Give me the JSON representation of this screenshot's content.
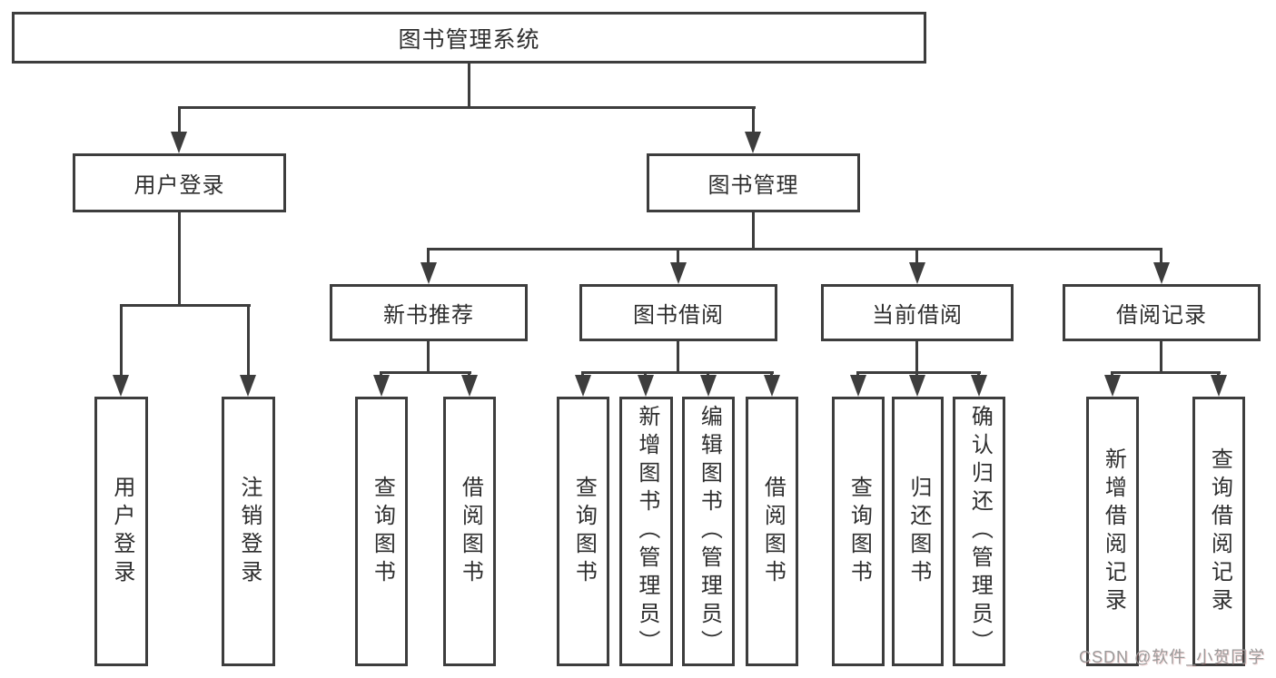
{
  "tree": {
    "label": "图书管理系统",
    "children": [
      {
        "label": "用户登录",
        "children": [
          {
            "label": "用户登录"
          },
          {
            "label": "注销登录"
          }
        ]
      },
      {
        "label": "图书管理",
        "children": [
          {
            "label": "新书推荐",
            "children": [
              {
                "label": "查询图书"
              },
              {
                "label": "借阅图书"
              }
            ]
          },
          {
            "label": "图书借阅",
            "children": [
              {
                "label": "查询图书"
              },
              {
                "label": "新增图书（管理员）"
              },
              {
                "label": "编辑图书（管理员）"
              },
              {
                "label": "借阅图书"
              }
            ]
          },
          {
            "label": "当前借阅",
            "children": [
              {
                "label": "查询图书"
              },
              {
                "label": "归还图书"
              },
              {
                "label": "确认归还（管理员）"
              }
            ]
          },
          {
            "label": "借阅记录",
            "children": [
              {
                "label": "新增借阅记录"
              },
              {
                "label": "查询借阅记录"
              }
            ]
          }
        ]
      }
    ]
  },
  "watermark": {
    "text": "CSDN @软件_小贺同学"
  },
  "colors": {
    "line": "#3d3d3d",
    "text": "#2e2e2e",
    "watermark": "#9a9a9a",
    "background": "#ffffff"
  }
}
